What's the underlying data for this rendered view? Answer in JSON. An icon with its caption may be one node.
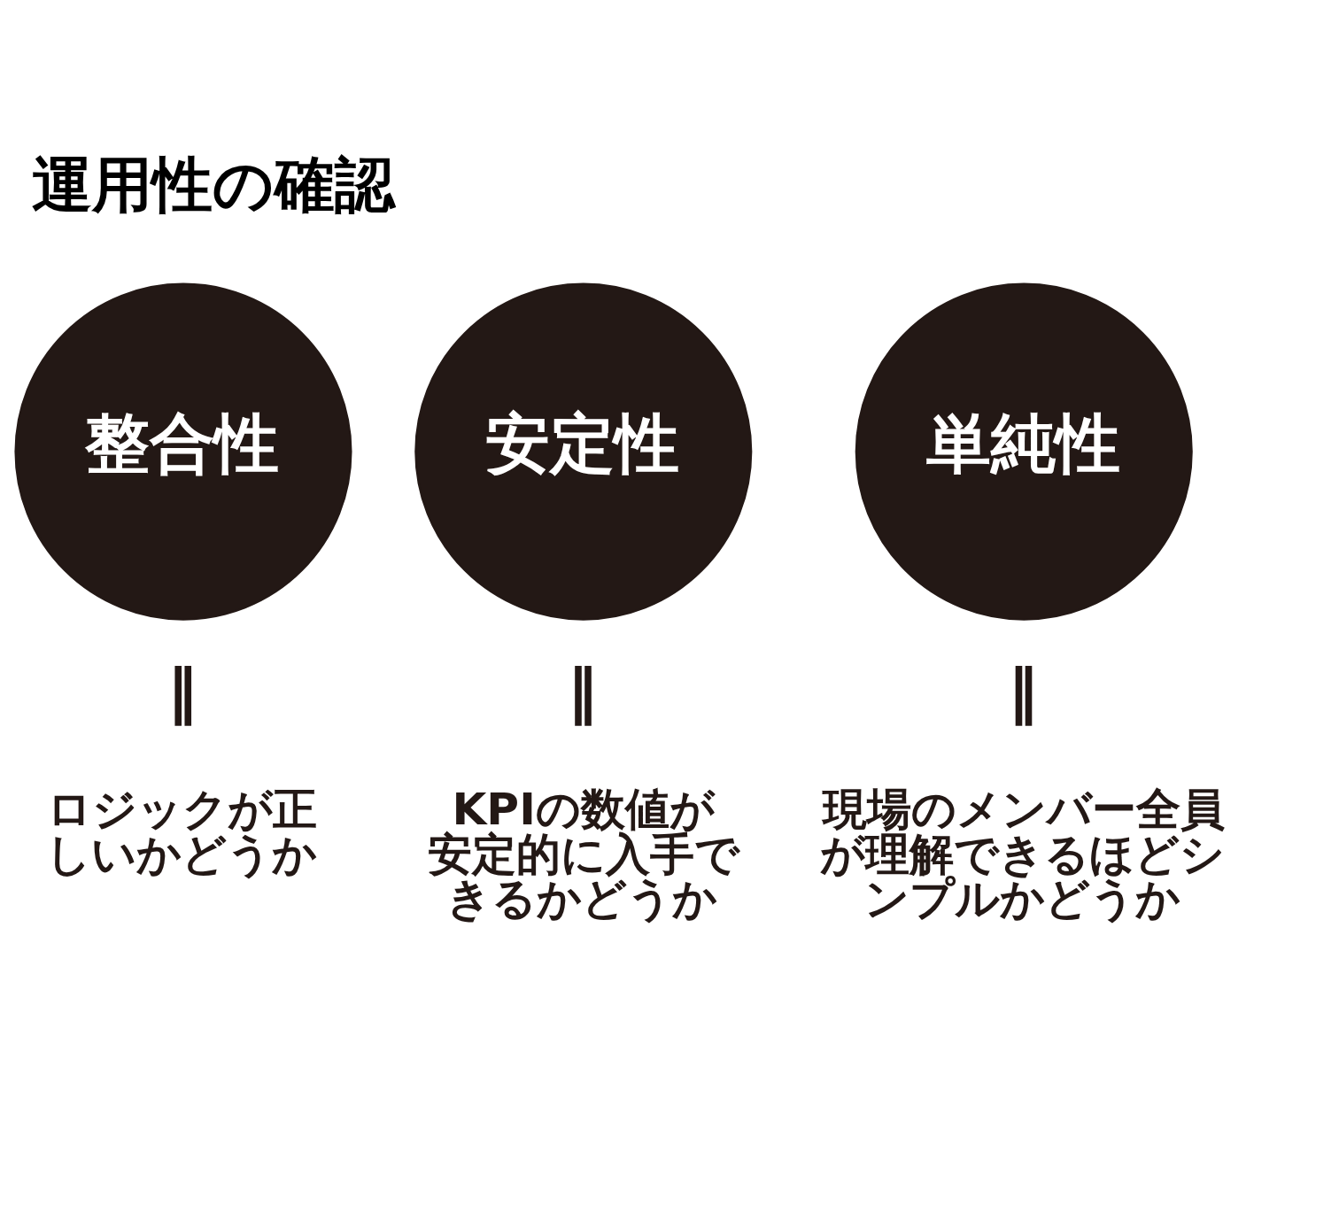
{
  "diagram": {
    "title": "運用性の確認",
    "nodes": [
      {
        "text": [
          "整合性"
        ],
        "beside": [
          "‖",
          "ロジックが正しいかどうか"
        ]
      },
      {
        "text": [
          "安定性"
        ],
        "beside": [
          "‖",
          "KPIの数値が安定的に入手できるかどうか"
        ]
      },
      {
        "text": [
          "単純性"
        ],
        "beside": [
          "‖",
          "現場のメンバー全員が理解できるほどシンプルかどうか"
        ]
      }
    ]
  }
}
